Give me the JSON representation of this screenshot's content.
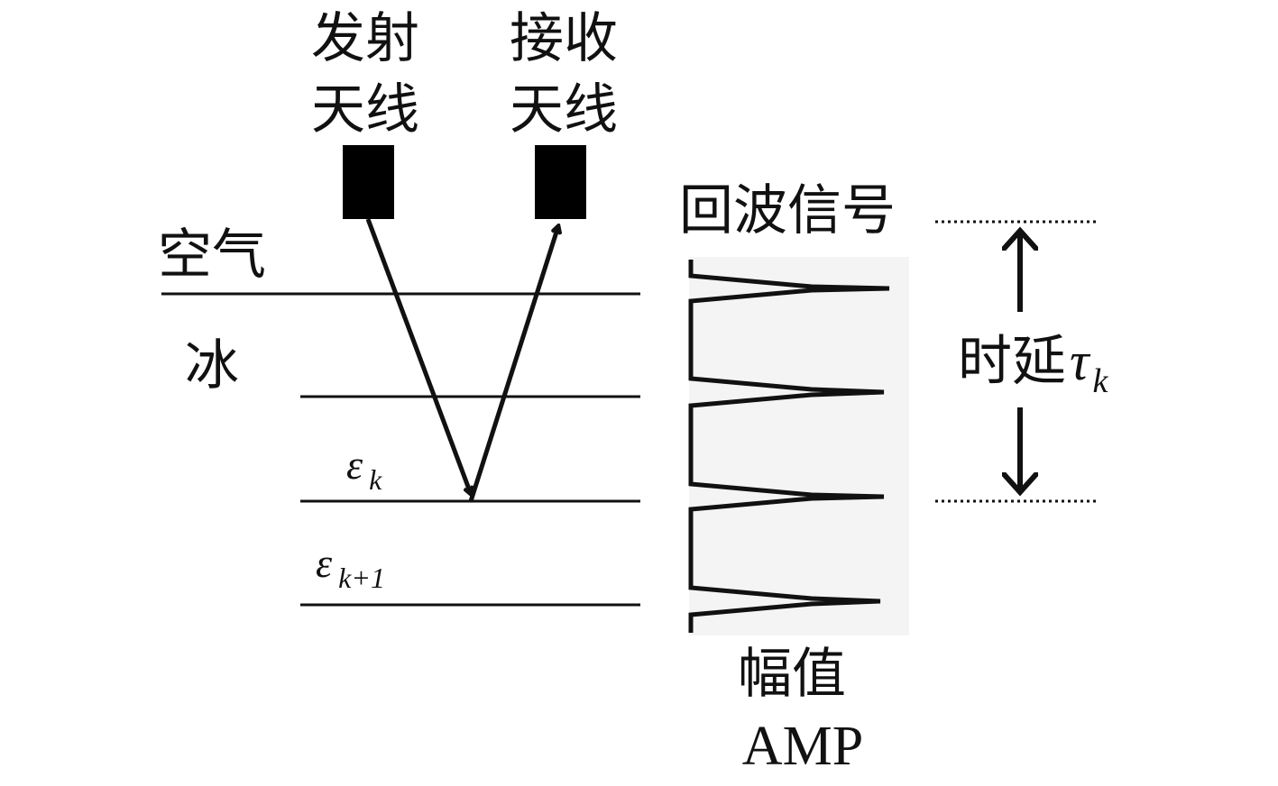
{
  "antennas": {
    "transmit": [
      "发射",
      "天线"
    ],
    "receive": [
      "接收",
      "天线"
    ]
  },
  "media": {
    "air": "空气",
    "ice": "冰"
  },
  "interfaces": {
    "eps_k": {
      "symbol": "ε",
      "subscript": "k"
    },
    "eps_k1": {
      "symbol": "ε",
      "subscript": "k+1"
    }
  },
  "echo": {
    "title": "回波信号",
    "amp_label": [
      "幅值",
      "AMP"
    ]
  },
  "delay": {
    "label": "时延",
    "symbol": "τ",
    "subscript": "k"
  },
  "colors": {
    "ink": "#111111",
    "background": "#ffffff"
  }
}
